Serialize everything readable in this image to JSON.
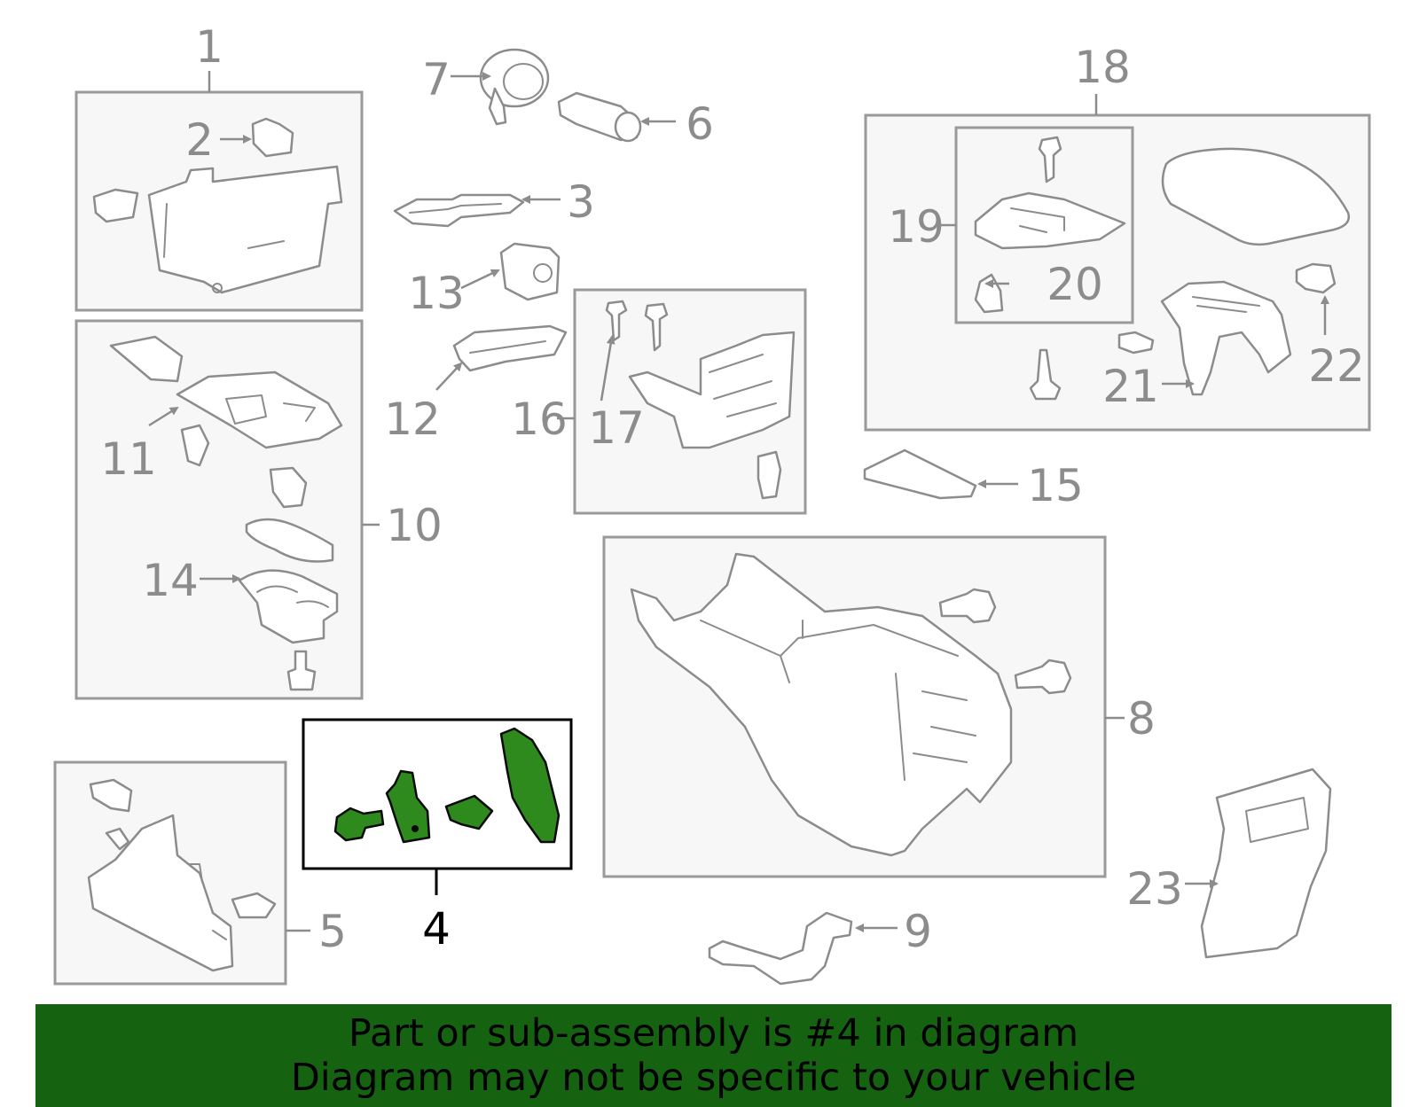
{
  "diagram": {
    "highlighted_part": "4",
    "highlight_color": "#2f8a1e",
    "callouts": {
      "c1": "1",
      "c2": "2",
      "c3": "3",
      "c4": "4",
      "c5": "5",
      "c6": "6",
      "c7": "7",
      "c8": "8",
      "c9": "9",
      "c10": "10",
      "c11": "11",
      "c12": "12",
      "c13": "13",
      "c14": "14",
      "c15": "15",
      "c16": "16",
      "c17": "17",
      "c18": "18",
      "c19": "19",
      "c20": "20",
      "c21": "21",
      "c22": "22",
      "c23": "23"
    }
  },
  "banner": {
    "background": "#156311",
    "line1": "Part or sub-assembly is #4 in diagram",
    "line2": "Diagram may not be specific to your vehicle"
  }
}
